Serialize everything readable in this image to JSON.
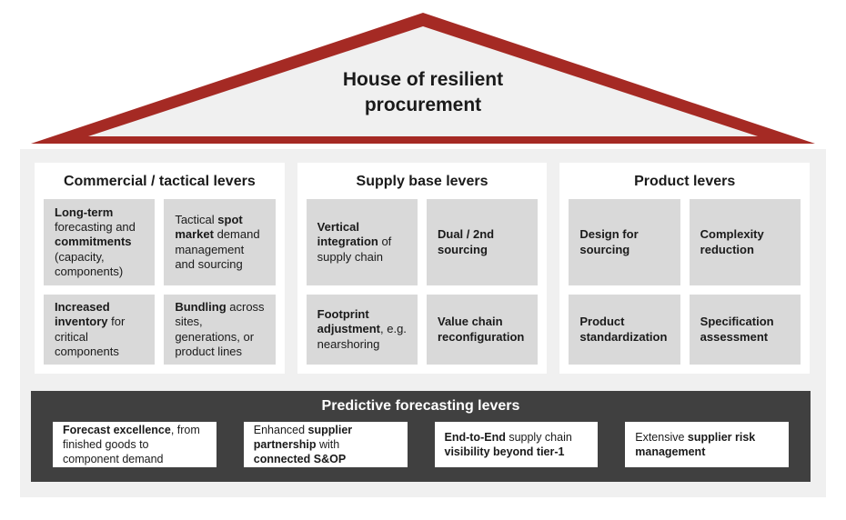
{
  "roof": {
    "title": "House of resilient procurement"
  },
  "colors": {
    "accent_red": "#A52A24",
    "light_gray": "#F0F0F0",
    "box_gray": "#D9D9D9",
    "footer_dark": "#404040"
  },
  "columns": [
    {
      "title": "Commercial / tactical levers",
      "boxes": [
        [
          {
            "text": "Long-term",
            "bold": true
          },
          {
            "text": " forecasting and ",
            "bold": false
          },
          {
            "text": "commitments",
            "bold": true
          },
          {
            "text": " (capacity, components)",
            "bold": false
          }
        ],
        [
          {
            "text": "Tactical ",
            "bold": false
          },
          {
            "text": "spot market",
            "bold": true
          },
          {
            "text": " demand management and sourcing",
            "bold": false
          }
        ],
        [
          {
            "text": "Increased inventory",
            "bold": true
          },
          {
            "text": " for critical components",
            "bold": false
          }
        ],
        [
          {
            "text": "Bundling",
            "bold": true
          },
          {
            "text": " across sites, generations, or product lines",
            "bold": false
          }
        ]
      ]
    },
    {
      "title": "Supply base levers",
      "boxes": [
        [
          {
            "text": "Vertical integration",
            "bold": true
          },
          {
            "text": " of supply chain",
            "bold": false
          }
        ],
        [
          {
            "text": "Dual / 2nd sourcing",
            "bold": true
          }
        ],
        [
          {
            "text": "Footprint adjustment",
            "bold": true
          },
          {
            "text": ", e.g. nearshoring",
            "bold": false
          }
        ],
        [
          {
            "text": "Value chain reconfiguration",
            "bold": true
          }
        ]
      ]
    },
    {
      "title": "Product levers",
      "boxes": [
        [
          {
            "text": "Design for sourcing",
            "bold": true
          }
        ],
        [
          {
            "text": "Complexity reduction",
            "bold": true
          }
        ],
        [
          {
            "text": "Product standardization",
            "bold": true
          }
        ],
        [
          {
            "text": "Specification assessment",
            "bold": true
          }
        ]
      ]
    }
  ],
  "footer": {
    "title": "Predictive forecasting levers",
    "boxes": [
      [
        {
          "text": "Forecast excellence",
          "bold": true
        },
        {
          "text": ", from finished goods to component demand",
          "bold": false
        }
      ],
      [
        {
          "text": "Enhanced ",
          "bold": false
        },
        {
          "text": "supplier partnership",
          "bold": true
        },
        {
          "text": " with ",
          "bold": false
        },
        {
          "text": "connected S&OP",
          "bold": true
        }
      ],
      [
        {
          "text": "End-to-End",
          "bold": true
        },
        {
          "text": " supply chain ",
          "bold": false
        },
        {
          "text": "visibility beyond tier-1",
          "bold": true
        }
      ],
      [
        {
          "text": "Extensive ",
          "bold": false
        },
        {
          "text": "supplier risk management",
          "bold": true
        }
      ]
    ]
  }
}
